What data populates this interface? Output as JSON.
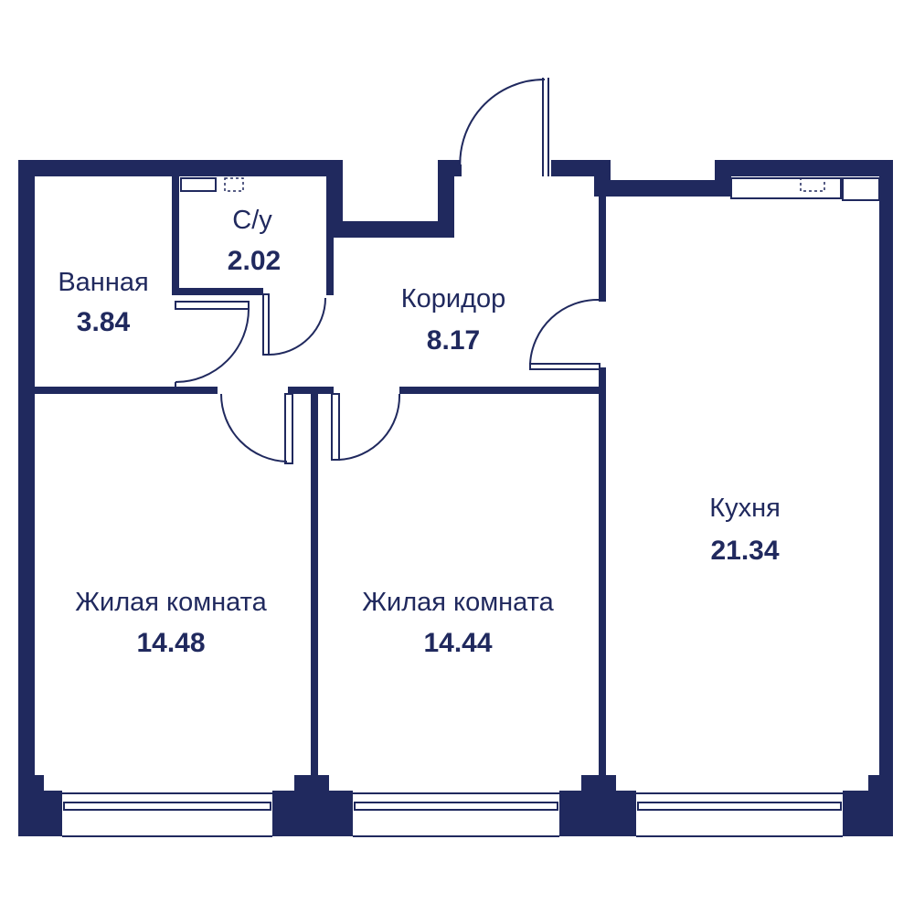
{
  "colors": {
    "wall": "#20295e",
    "background": "#ffffff"
  },
  "rooms": [
    {
      "id": "bathroom",
      "name": "Ванная",
      "area": "3.84"
    },
    {
      "id": "wc",
      "name": "С/у",
      "area": "2.02"
    },
    {
      "id": "corridor",
      "name": "Коридор",
      "area": "8.17"
    },
    {
      "id": "kitchen",
      "name": "Кухня",
      "area": "21.34"
    },
    {
      "id": "living-room-1",
      "name": "Жилая комната",
      "area": "14.48"
    },
    {
      "id": "living-room-2",
      "name": "Жилая комната",
      "area": "14.44"
    }
  ]
}
